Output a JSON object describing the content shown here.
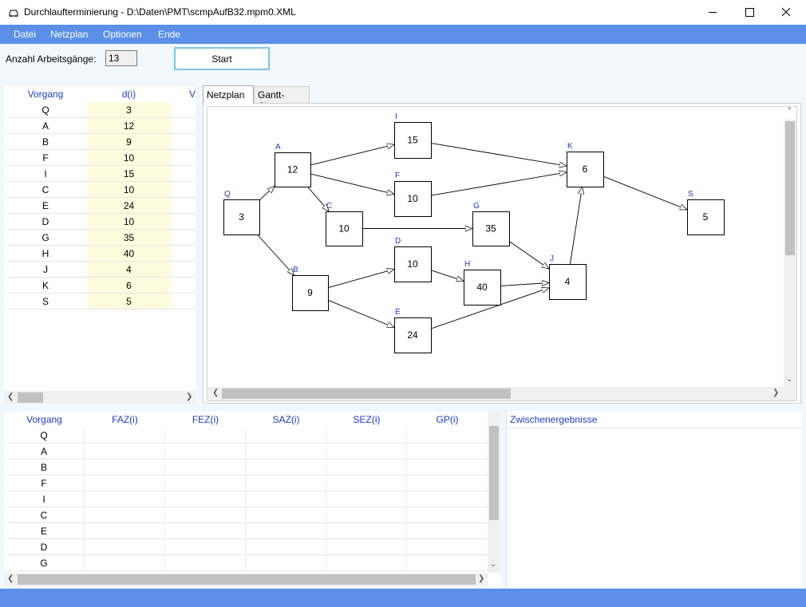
{
  "window": {
    "title": "Durchlaufterminierung - D:\\Daten\\PMT\\scmpAufB32.mpm0.XML",
    "icon": "car-icon",
    "controls": [
      "minimize-icon",
      "maximize-icon",
      "close-icon"
    ]
  },
  "menu": {
    "items": [
      "Datei",
      "Netzplan",
      "Optionen",
      "Ende"
    ]
  },
  "toolbar": {
    "count_label": "Anzahl Arbeitsgänge:",
    "count_value": "13",
    "start_label": "Start"
  },
  "grid_top": {
    "headers": [
      "Vorgang",
      "d(i)",
      "V("
    ],
    "rows": [
      {
        "vorgang": "Q",
        "d": "3"
      },
      {
        "vorgang": "A",
        "d": "12"
      },
      {
        "vorgang": "B",
        "d": "9"
      },
      {
        "vorgang": "F",
        "d": "10"
      },
      {
        "vorgang": "I",
        "d": "15"
      },
      {
        "vorgang": "C",
        "d": "10"
      },
      {
        "vorgang": "E",
        "d": "24"
      },
      {
        "vorgang": "D",
        "d": "10"
      },
      {
        "vorgang": "G",
        "d": "35"
      },
      {
        "vorgang": "H",
        "d": "40"
      },
      {
        "vorgang": "J",
        "d": "4"
      },
      {
        "vorgang": "K",
        "d": "6"
      },
      {
        "vorgang": "S",
        "d": "5"
      }
    ]
  },
  "tabs": [
    {
      "label": "Netzplan",
      "active": true
    },
    {
      "label": "Gantt-Chart",
      "active": false
    }
  ],
  "network": {
    "nodes": [
      {
        "id": "Q",
        "label": "Q",
        "value": "3"
      },
      {
        "id": "A",
        "label": "A",
        "value": "12"
      },
      {
        "id": "B",
        "label": "B",
        "value": "9"
      },
      {
        "id": "C",
        "label": "C",
        "value": "10"
      },
      {
        "id": "I",
        "label": "I",
        "value": "15"
      },
      {
        "id": "F",
        "label": "F",
        "value": "10"
      },
      {
        "id": "D",
        "label": "D",
        "value": "10"
      },
      {
        "id": "E",
        "label": "E",
        "value": "24"
      },
      {
        "id": "G",
        "label": "G",
        "value": "35"
      },
      {
        "id": "H",
        "label": "H",
        "value": "40"
      },
      {
        "id": "J",
        "label": "J",
        "value": "4"
      },
      {
        "id": "K",
        "label": "K",
        "value": "6"
      },
      {
        "id": "S",
        "label": "S",
        "value": "5"
      }
    ],
    "edges": [
      [
        "Q",
        "A"
      ],
      [
        "Q",
        "B"
      ],
      [
        "A",
        "I"
      ],
      [
        "A",
        "F"
      ],
      [
        "A",
        "C"
      ],
      [
        "C",
        "G"
      ],
      [
        "B",
        "D"
      ],
      [
        "B",
        "E"
      ],
      [
        "D",
        "H"
      ],
      [
        "G",
        "J"
      ],
      [
        "H",
        "J"
      ],
      [
        "E",
        "J"
      ],
      [
        "I",
        "K"
      ],
      [
        "F",
        "K"
      ],
      [
        "J",
        "K"
      ],
      [
        "K",
        "S"
      ]
    ]
  },
  "grid_bottom": {
    "headers": [
      "Vorgang",
      "FAZ(i)",
      "FEZ(i)",
      "SAZ(i)",
      "SEZ(i)",
      "GP(i)"
    ],
    "rows": [
      "Q",
      "A",
      "B",
      "F",
      "I",
      "C",
      "E",
      "D",
      "G"
    ]
  },
  "zwischen": {
    "label": "Zwischenergebnisse"
  },
  "colors": {
    "menubar": "#5b8fe8",
    "header_text": "#1e3cc8",
    "duration_cell": "#fffbde"
  }
}
